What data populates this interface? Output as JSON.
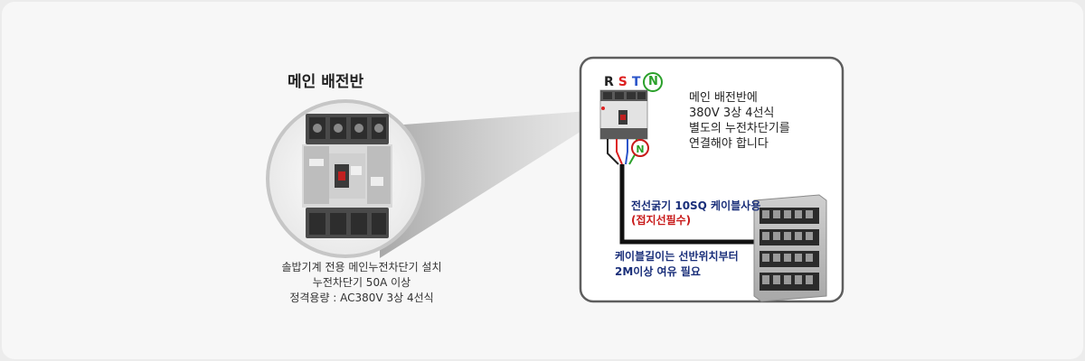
{
  "main_panel": {
    "title": "메인 배전반",
    "caption_lines": [
      "솔밥기계 전용 메인누전차단기 설치",
      "누전차단기 50A 이상",
      "정격용량 : AC380V 3상 4선식"
    ]
  },
  "detail": {
    "phase_labels": {
      "r": "R",
      "s": "S",
      "t": "T",
      "n": "N"
    },
    "neutral_label": "N",
    "note_lines": [
      "메인 배전반에",
      "380V 3상 4선식",
      "별도의 누전차단기를",
      "연결해야 합니다"
    ],
    "cable_spec": "전선굵기 10SQ 케이블사용",
    "cable_ground": "(접지선필수)",
    "cable_length_lines": [
      "케이블길이는 선반위치부터",
      "2M이상 여유 필요"
    ]
  },
  "colors": {
    "phase_r": "#222222",
    "phase_s": "#dd2222",
    "phase_t": "#2b55c9",
    "neutral": "#2aa02a",
    "neutral_ring": "#c81a1a",
    "text_blue": "#1a2f7a",
    "text_red": "#c81a1a"
  }
}
